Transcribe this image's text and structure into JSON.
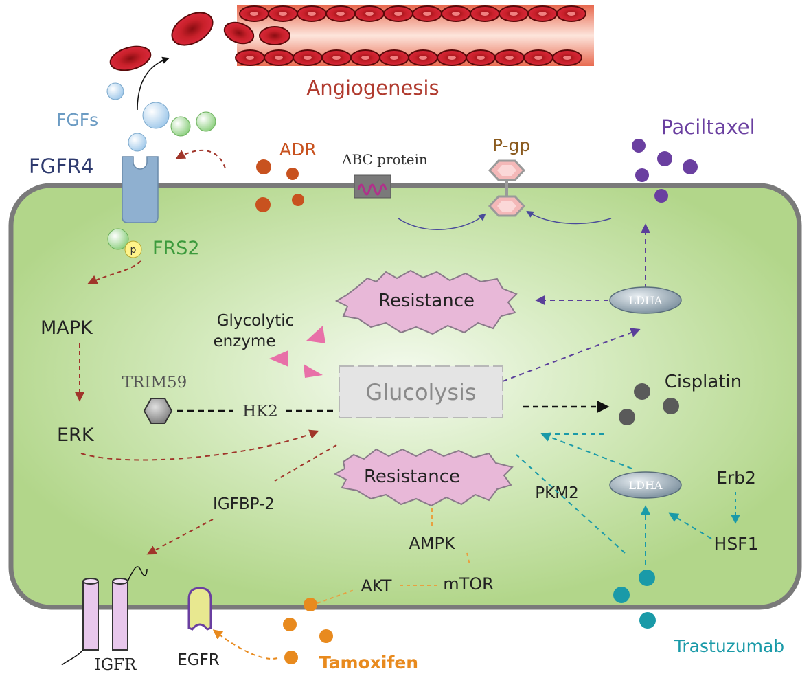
{
  "labels": {
    "angiogenesis": "Angiogenesis",
    "fgfs": "FGFs",
    "fgfr4": "FGFR4",
    "frs2": "FRS2",
    "phospho": "p",
    "adr": "ADR",
    "abc_protein": "ABC protein",
    "pgp": "P-gp",
    "paclitaxel": "Paciltaxel",
    "mapk": "MAPK",
    "erk": "ERK",
    "resistance_top": "Resistance",
    "resistance_bottom": "Resistance",
    "glycolytic_enzyme_line1": "Glycolytic",
    "glycolytic_enzyme_line2": "enzyme",
    "trim59": "TRIM59",
    "hk2": "HK2",
    "glucolysis": "Glucolysis",
    "ldha_top": "LDHA",
    "ldha_bottom": "LDHA",
    "cisplatin": "Cisplatin",
    "igfbp2": "IGFBP-2",
    "pkm2": "PKM2",
    "erb2": "Erb2",
    "hsf1": "HSF1",
    "ampk": "AMPK",
    "akt": "AKT",
    "mtor": "mTOR",
    "igfr": "IGFR",
    "egfr": "EGFR",
    "tamoxifen": "Tamoxifen",
    "trastuzumab": "Trastuzumab"
  },
  "colors": {
    "cell_fill": "#b5d88d",
    "cell_center": "#eef6e4",
    "membrane": "#7a7a7a",
    "angiogenesis": "#b03a2e",
    "fgfs": "#6b9bc3",
    "fgfr4": "#2e3a6e",
    "frs2": "#3c9a3c",
    "adr": "#c8521f",
    "pgp": "#8a5a1e",
    "paclitaxel": "#6a3fa0",
    "tamoxifen": "#e88a1e",
    "trastuzumab": "#1a9aa8",
    "resistance": "#e8b8d8",
    "red_arrow": "#a0352a",
    "purple_arrow": "#5a3f9a",
    "teal_arrow": "#1a9aa8",
    "orange_line": "#e8a040"
  }
}
